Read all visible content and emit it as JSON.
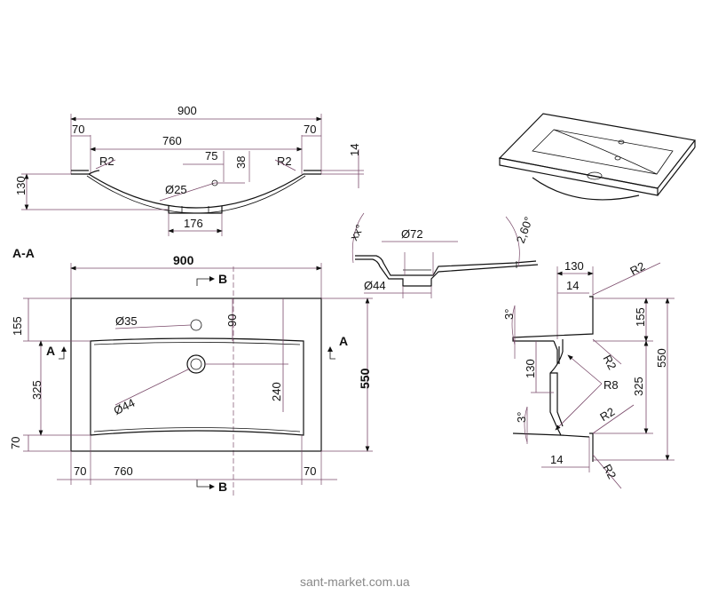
{
  "section_label": "A-A",
  "top_view": {
    "overall_width": "900",
    "left_margin": "70",
    "right_margin": "70",
    "inner_width": "760",
    "radius_left": "R2",
    "radius_right": "R2",
    "dim_75": "75",
    "dim_38": "38",
    "drain_diameter": "Ø25",
    "depth": "130",
    "rim": "14",
    "bottom_width": "176"
  },
  "plan_view": {
    "overall_width": "900",
    "marker_b_top": "B",
    "marker_b_bottom": "B",
    "marker_a_left": "A",
    "marker_a_right": "A",
    "tap_hole": "Ø35",
    "tap_offset": "90",
    "drain_hole": "Ø44",
    "drain_offset": "240",
    "left_155": "155",
    "left_325": "325",
    "left_70": "70",
    "overall_depth": "550",
    "bottom_70_left": "70",
    "bottom_760": "760",
    "bottom_70_right": "70"
  },
  "section_detail": {
    "angle_left": "xx°",
    "angle_right": "2,60°",
    "diam_72": "Ø72",
    "diam_44": "Ø44"
  },
  "side_view": {
    "top_130": "130",
    "r2_top": "R2",
    "rim_14": "14",
    "angle_top": "3°",
    "dim_155": "155",
    "dim_550": "550",
    "depth_130": "130",
    "r2_mid": "R2",
    "r8": "R8",
    "dim_325": "325",
    "r2_lower": "R2",
    "angle_bottom": "3°",
    "bottom_14": "14",
    "r2_bottom": "R2"
  },
  "watermark": "sant-market.com.ua"
}
